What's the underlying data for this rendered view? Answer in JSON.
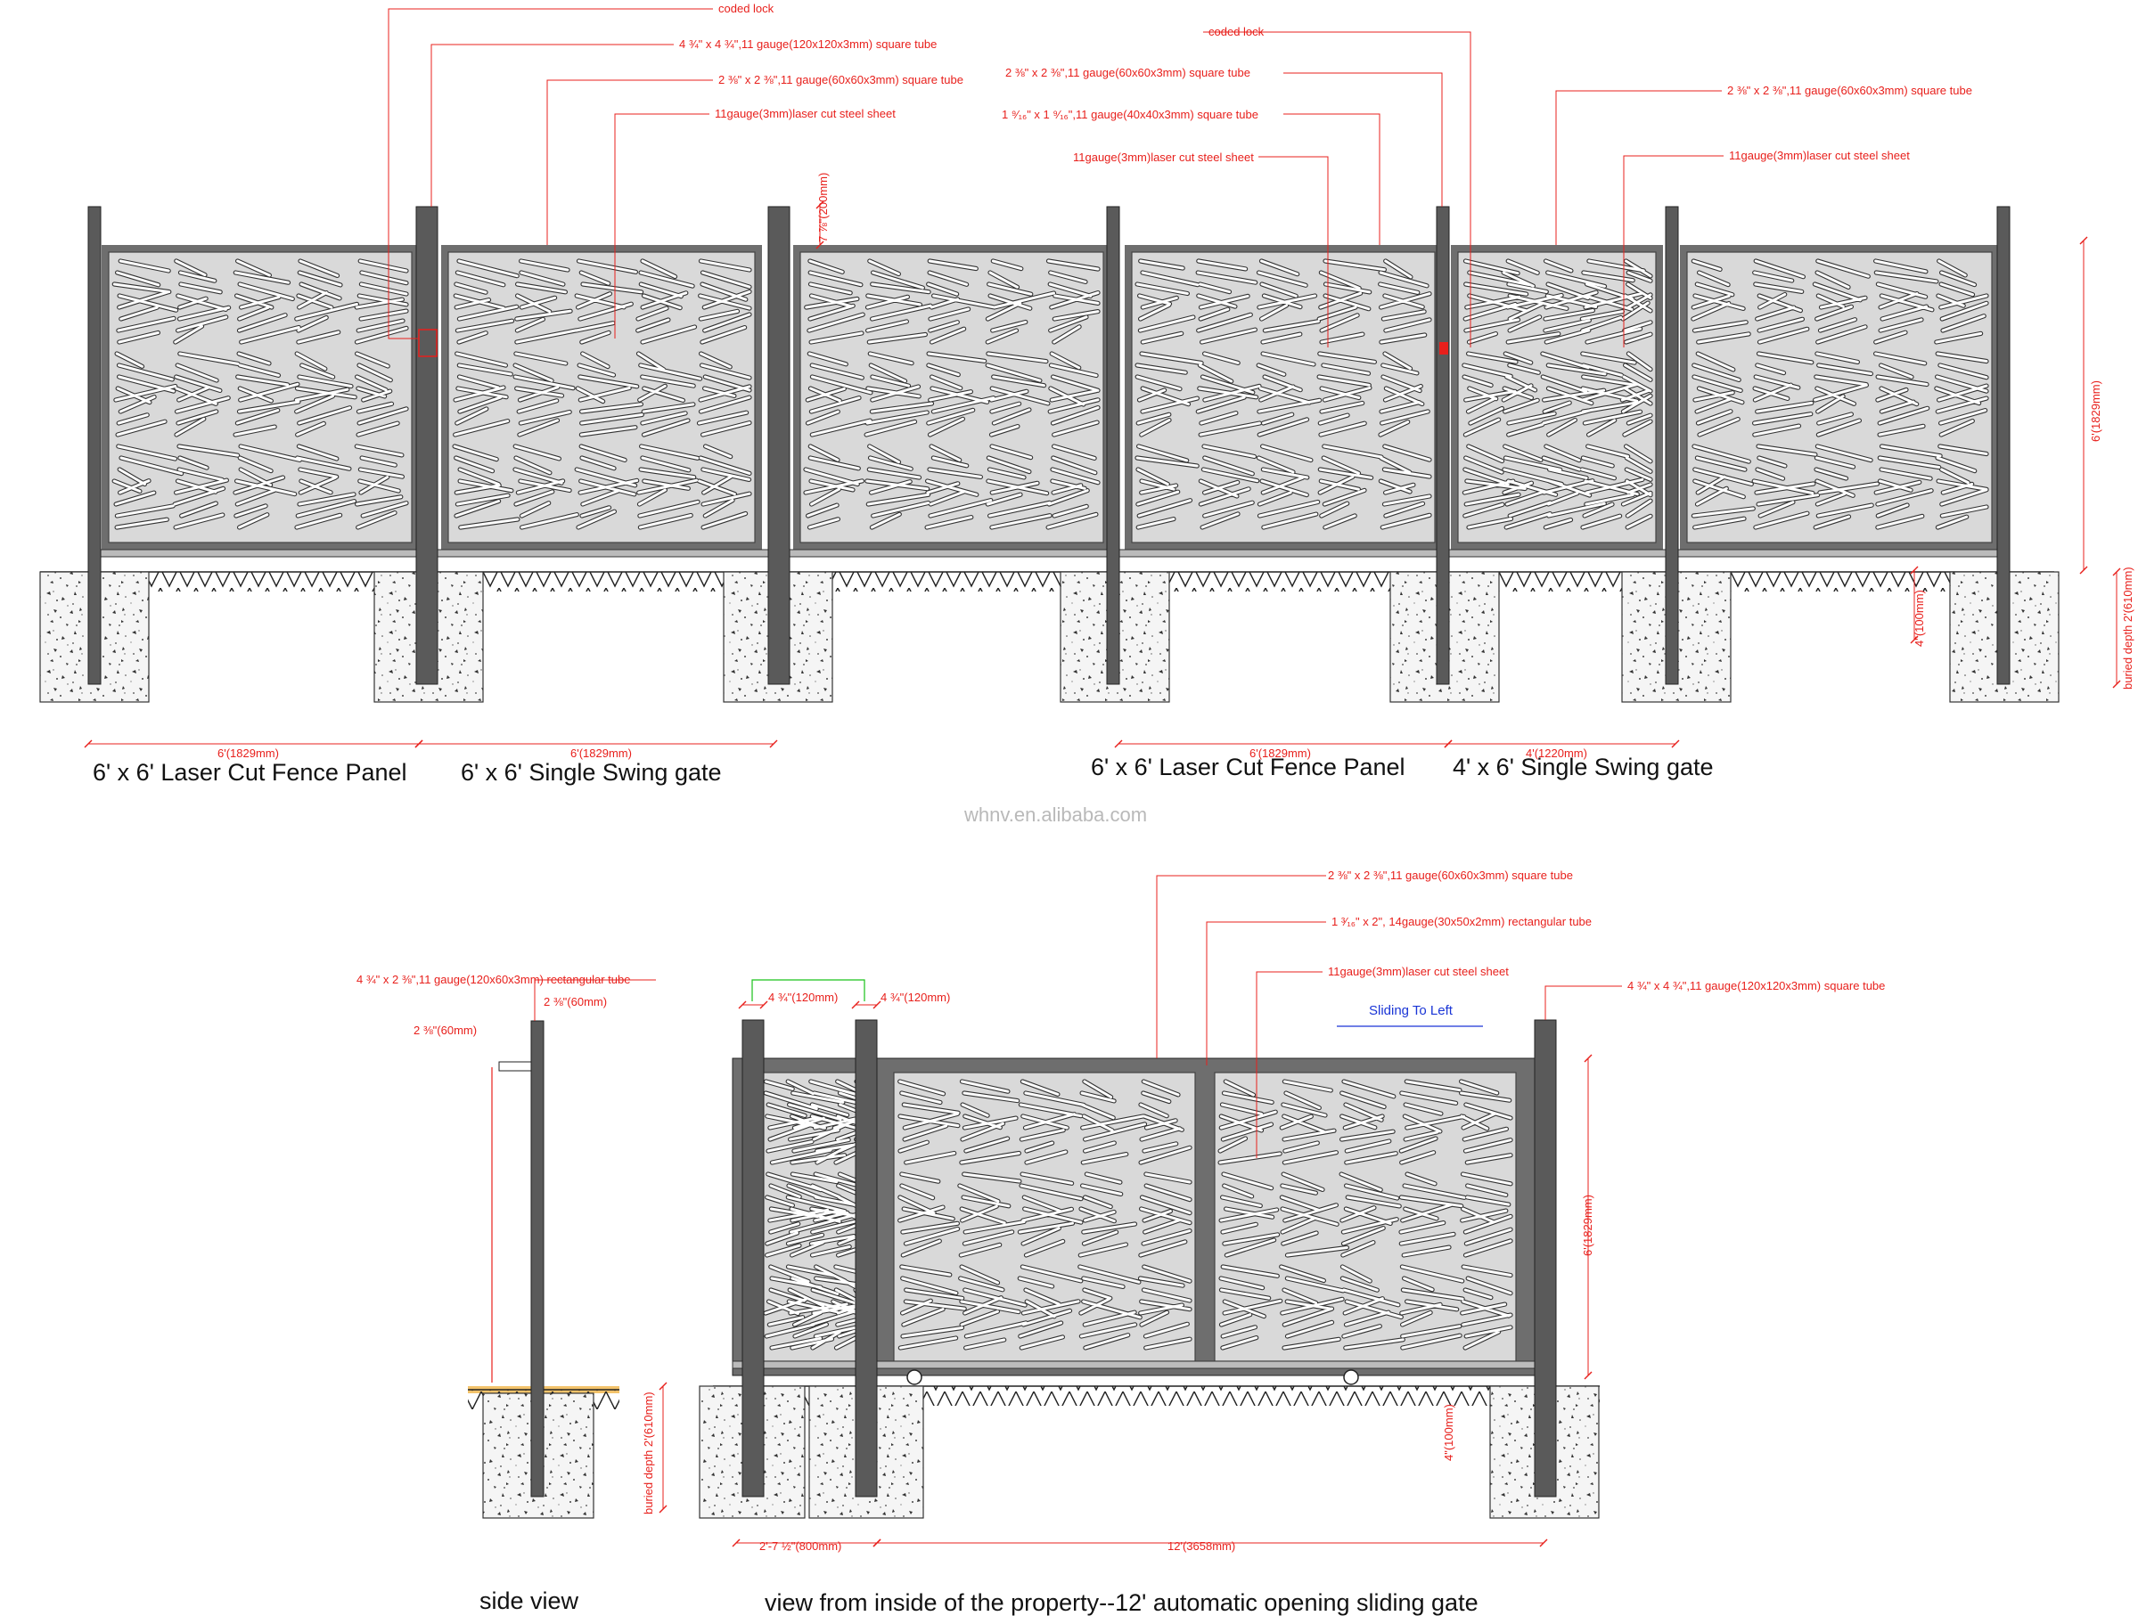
{
  "watermark": "whnv.en.alibaba.com",
  "colors": {
    "annotation": "#e8201c",
    "post": "#5a5a5a",
    "panel_frame": "#6e6e6e",
    "panel_fill": "#d9d9d9",
    "concrete": "#f4f4f4",
    "sliding_text": "#1a35d6",
    "dim_green": "#19c219"
  },
  "top": {
    "annotations": [
      {
        "text": "coded lock"
      },
      {
        "text": "4 ¾\" x 4 ¾\",11 gauge(120x120x3mm) square tube"
      },
      {
        "text": "2 ⅜\" x 2 ⅜\",11 gauge(60x60x3mm) square tube"
      },
      {
        "text": "11gauge(3mm)laser cut steel sheet"
      },
      {
        "text": "coded lock"
      },
      {
        "text": "2 ⅜\" x 2 ⅜\",11 gauge(60x60x3mm) square tube"
      },
      {
        "text": "1 ⁹⁄₁₆\" x 1 ⁹⁄₁₆\",11 gauge(40x40x3mm) square tube"
      },
      {
        "text": "11gauge(3mm)laser cut steel sheet"
      },
      {
        "text": "2 ⅜\" x 2 ⅜\",11 gauge(60x60x3mm) square tube"
      },
      {
        "text": "11gauge(3mm)laser cut steel sheet"
      }
    ],
    "dims": {
      "post_top": "7 ⅞\"(200mm)",
      "height": "6'(1829mm)",
      "buried": "buried depth 2'(610mm)",
      "clearance": "4\"(100mm)",
      "w1": "6'(1829mm)",
      "w2": "6'(1829mm)",
      "w3": "6'(1829mm)",
      "w4": "4'(1220mm)"
    },
    "captions": [
      {
        "text": "6' x 6' Laser Cut Fence Panel"
      },
      {
        "text": "6' x 6' Single Swing gate"
      },
      {
        "text": "6' x 6' Laser Cut Fence Panel"
      },
      {
        "text": "4' x 6' Single Swing gate"
      }
    ]
  },
  "bottom": {
    "annotations": [
      {
        "text": "2 ⅜\" x 2 ⅜\",11 gauge(60x60x3mm) square tube"
      },
      {
        "text": "1 ³⁄₁₆\" x 2\", 14gauge(30x50x2mm) rectangular tube"
      },
      {
        "text": "11gauge(3mm)laser cut steel sheet"
      },
      {
        "text": "4 ¾\" x 4 ¾\",11 gauge(120x120x3mm) square tube"
      },
      {
        "text": "4 ¾\" x 2 ⅜\",11 gauge(120x60x3mm) rectangular tube"
      }
    ],
    "dims": {
      "side_top": "2 ⅜\"(60mm)",
      "side_left": "2 ⅜\"(60mm)",
      "post1": "4 ¾\"(120mm)",
      "post2": "4 ¾\"(120mm)",
      "height": "6'(1829mm)",
      "buried": "buried depth 2'(610mm)",
      "clearance": "4\"(100mm)",
      "w1": "2'-7 ½\"(800mm)",
      "w2": "12'(3658mm)"
    },
    "sliding": "Sliding To Left",
    "captions": {
      "side": "side view",
      "main": "view from inside of the property--12' automatic opening sliding gate"
    }
  }
}
